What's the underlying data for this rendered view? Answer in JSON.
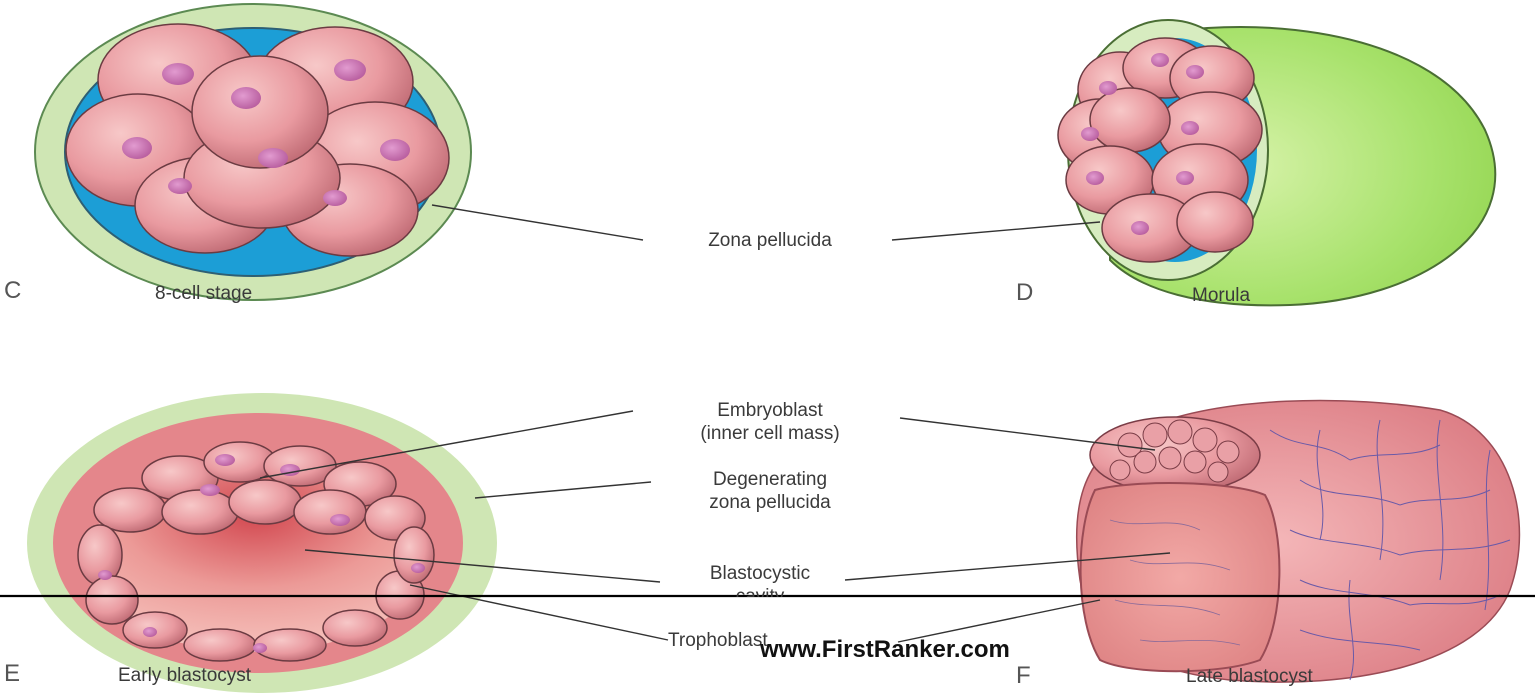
{
  "panels": {
    "c": {
      "letter": "C",
      "caption": "8-cell stage"
    },
    "d": {
      "letter": "D",
      "caption": "Morula"
    },
    "e": {
      "letter": "E",
      "caption": "Early blastocyst"
    },
    "f": {
      "letter": "F",
      "caption": "Late blastocyst"
    }
  },
  "labels": {
    "zona_pellucida": "Zona pellucida",
    "embryoblast_1": "Embryoblast",
    "embryoblast_2": "(inner cell mass)",
    "degenerating_1": "Degenerating",
    "degenerating_2": "zona pellucida",
    "blastocystic_1": "Blastocystic",
    "blastocystic_2": "cavity",
    "trophoblast": "Trophoblast"
  },
  "watermark": "www.FirstRanker.com",
  "colors": {
    "zona": "#cfe3b4",
    "zona_bright": "#b9e68a",
    "fluid": "#1e9fd8",
    "cell": "#e99aa0",
    "cell_dark": "#b85e6a",
    "nucleus": "#c56aa6",
    "cavity": "#d86a70",
    "trophoblast_mesh": "#7a5fa8"
  }
}
